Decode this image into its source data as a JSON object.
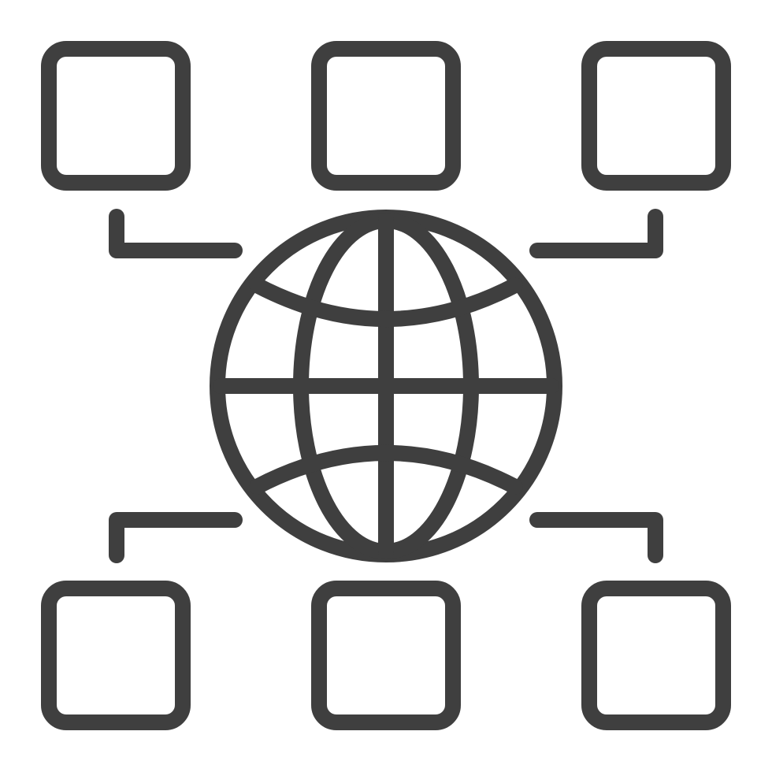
{
  "icon": {
    "name": "global-network-icon",
    "stroke_color": "#3f3f3f",
    "background_color": "#ffffff",
    "nodes": [
      {
        "name": "node-top-left-icon"
      },
      {
        "name": "node-top-center-icon"
      },
      {
        "name": "node-top-right-icon"
      },
      {
        "name": "node-bottom-left-icon"
      },
      {
        "name": "node-bottom-center-icon"
      },
      {
        "name": "node-bottom-right-icon"
      }
    ],
    "connectors": [
      {
        "name": "connector-top-left"
      },
      {
        "name": "connector-top-right"
      },
      {
        "name": "connector-bottom-left"
      },
      {
        "name": "connector-bottom-right"
      }
    ],
    "globe": {
      "name": "globe-icon"
    }
  }
}
